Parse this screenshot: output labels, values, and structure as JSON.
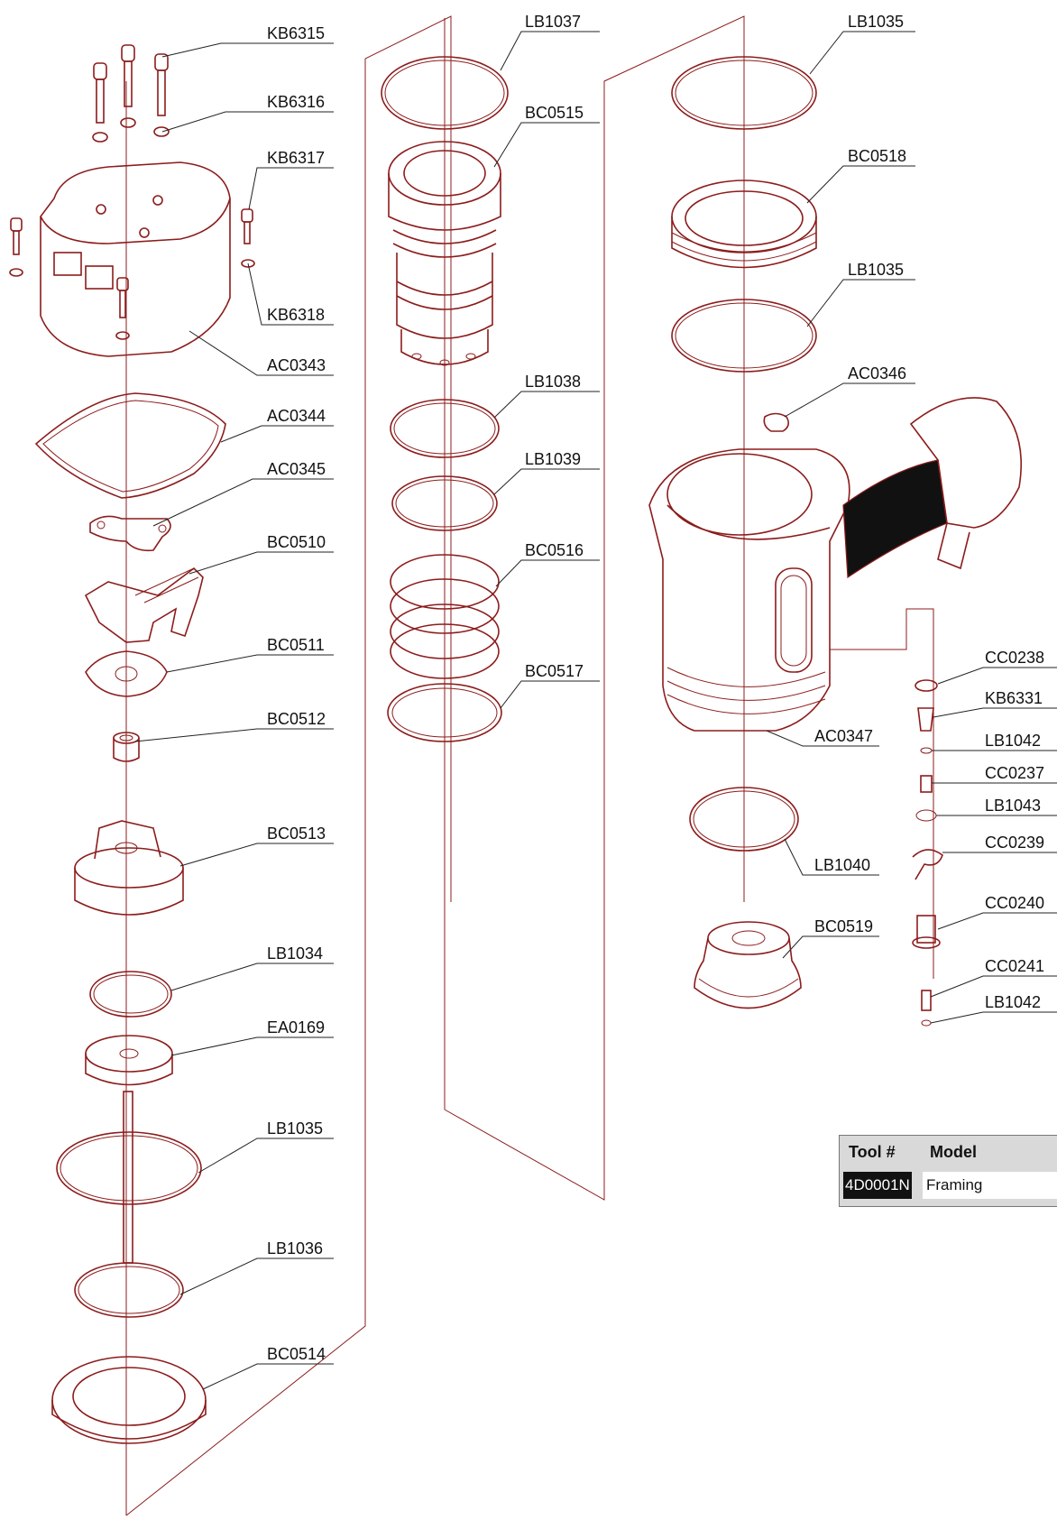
{
  "diagram": {
    "callouts": {
      "kb6315": "KB6315",
      "kb6316": "KB6316",
      "kb6317": "KB6317",
      "kb6318": "KB6318",
      "ac0343": "AC0343",
      "ac0344": "AC0344",
      "ac0345": "AC0345",
      "bc0510": "BC0510",
      "bc0511": "BC0511",
      "bc0512": "BC0512",
      "bc0513": "BC0513",
      "lb1034": "LB1034",
      "ea0169": "EA0169",
      "lb1035_left": "LB1035",
      "lb1036": "LB1036",
      "bc0514": "BC0514",
      "lb1037": "LB1037",
      "bc0515": "BC0515",
      "lb1038": "LB1038",
      "lb1039": "LB1039",
      "bc0516": "BC0516",
      "bc0517": "BC0517",
      "lb1035_top": "LB1035",
      "bc0518": "BC0518",
      "lb1035_mid": "LB1035",
      "ac0346": "AC0346",
      "ac0347": "AC0347",
      "lb1040": "LB1040",
      "bc0519": "BC0519",
      "cc0238": "CC0238",
      "kb6331": "KB6331",
      "lb1042_a": "LB1042",
      "cc0237": "CC0237",
      "lb1043": "LB1043",
      "cc0239": "CC0239",
      "cc0240": "CC0240",
      "cc0241": "CC0241",
      "lb1042_b": "LB1042"
    },
    "colors": {
      "line": "#8c1c1c",
      "text": "#111111",
      "table_bg": "#d9d9d9"
    }
  },
  "table": {
    "header_tool": "Tool #",
    "header_model": "Model",
    "tool_number": "4D0001N",
    "model": "Framing"
  }
}
